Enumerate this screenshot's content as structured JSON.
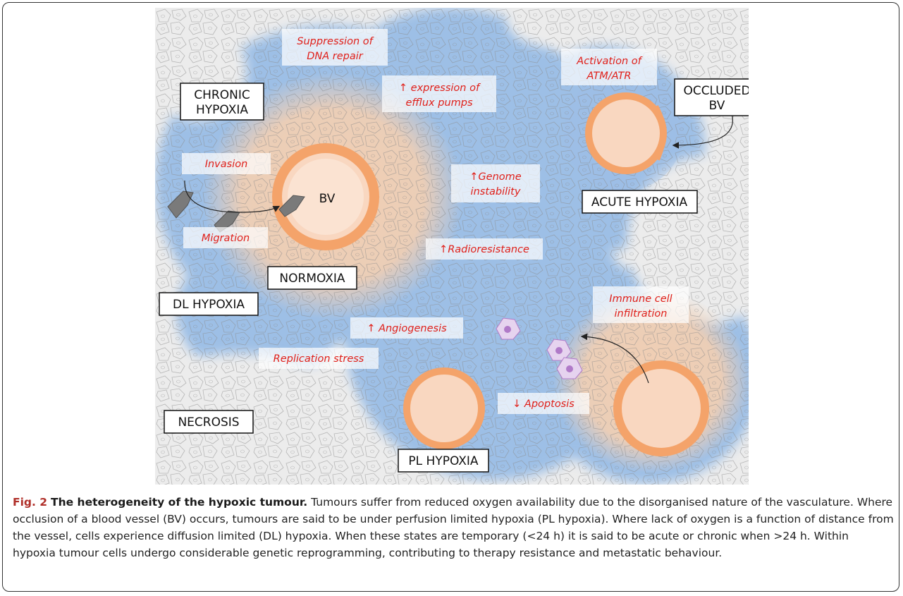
{
  "figure": {
    "region_labels": {
      "chronic_hypoxia": [
        "CHRONIC",
        "HYPOXIA"
      ],
      "occluded_bv": [
        "OCCLUDED",
        "BV"
      ],
      "acute_hypoxia": "ACUTE HYPOXIA",
      "normoxia": "NORMOXIA",
      "dl_hypoxia": "DL HYPOXIA",
      "necrosis": "NECROSIS",
      "pl_hypoxia": "PL HYPOXIA",
      "bv": "BV"
    },
    "effects": {
      "suppression_dna_repair": [
        "Suppression of",
        "DNA repair"
      ],
      "efflux_pumps": [
        "↑ expression of",
        "efflux pumps"
      ],
      "atm_atr": [
        "Activation of",
        "ATM/ATR"
      ],
      "invasion": "Invasion",
      "genome_instability": [
        "↑Genome",
        "instability"
      ],
      "migration": "Migration",
      "radioresistance": "↑Radioresistance",
      "immune_infiltration": [
        "Immune cell",
        "infiltration"
      ],
      "angiogenesis": "↑ Angiogenesis",
      "replication_stress": "Replication stress",
      "apoptosis": "↓ Apoptosis"
    },
    "colors": {
      "hypoxia_blue": "#9dbfe6",
      "normoxia_peach": "#f3cfb2",
      "vessel_orange": "#f4a36a",
      "vessel_fill": "#f9d7c0",
      "effect_text_red": "#e0201a",
      "label_box_border": "#111111"
    }
  },
  "caption": {
    "label": "Fig. 2",
    "title": "The heterogeneity of the hypoxic tumour.",
    "body": "Tumours suffer from reduced oxygen availability due to the disorganised nature of the vasculature. Where occlusion of a blood vessel (BV) occurs, tumours are said to be under perfusion limited hypoxia (PL hypoxia). Where lack of oxygen is a function of distance from the vessel, cells experience diffusion limited (DL) hypoxia. When these states are temporary (<24 h) it is said to be acute or chronic when >24 h. Within hypoxia tumour cells undergo considerable genetic reprogramming, contributing to therapy resistance and metastatic behaviour."
  }
}
